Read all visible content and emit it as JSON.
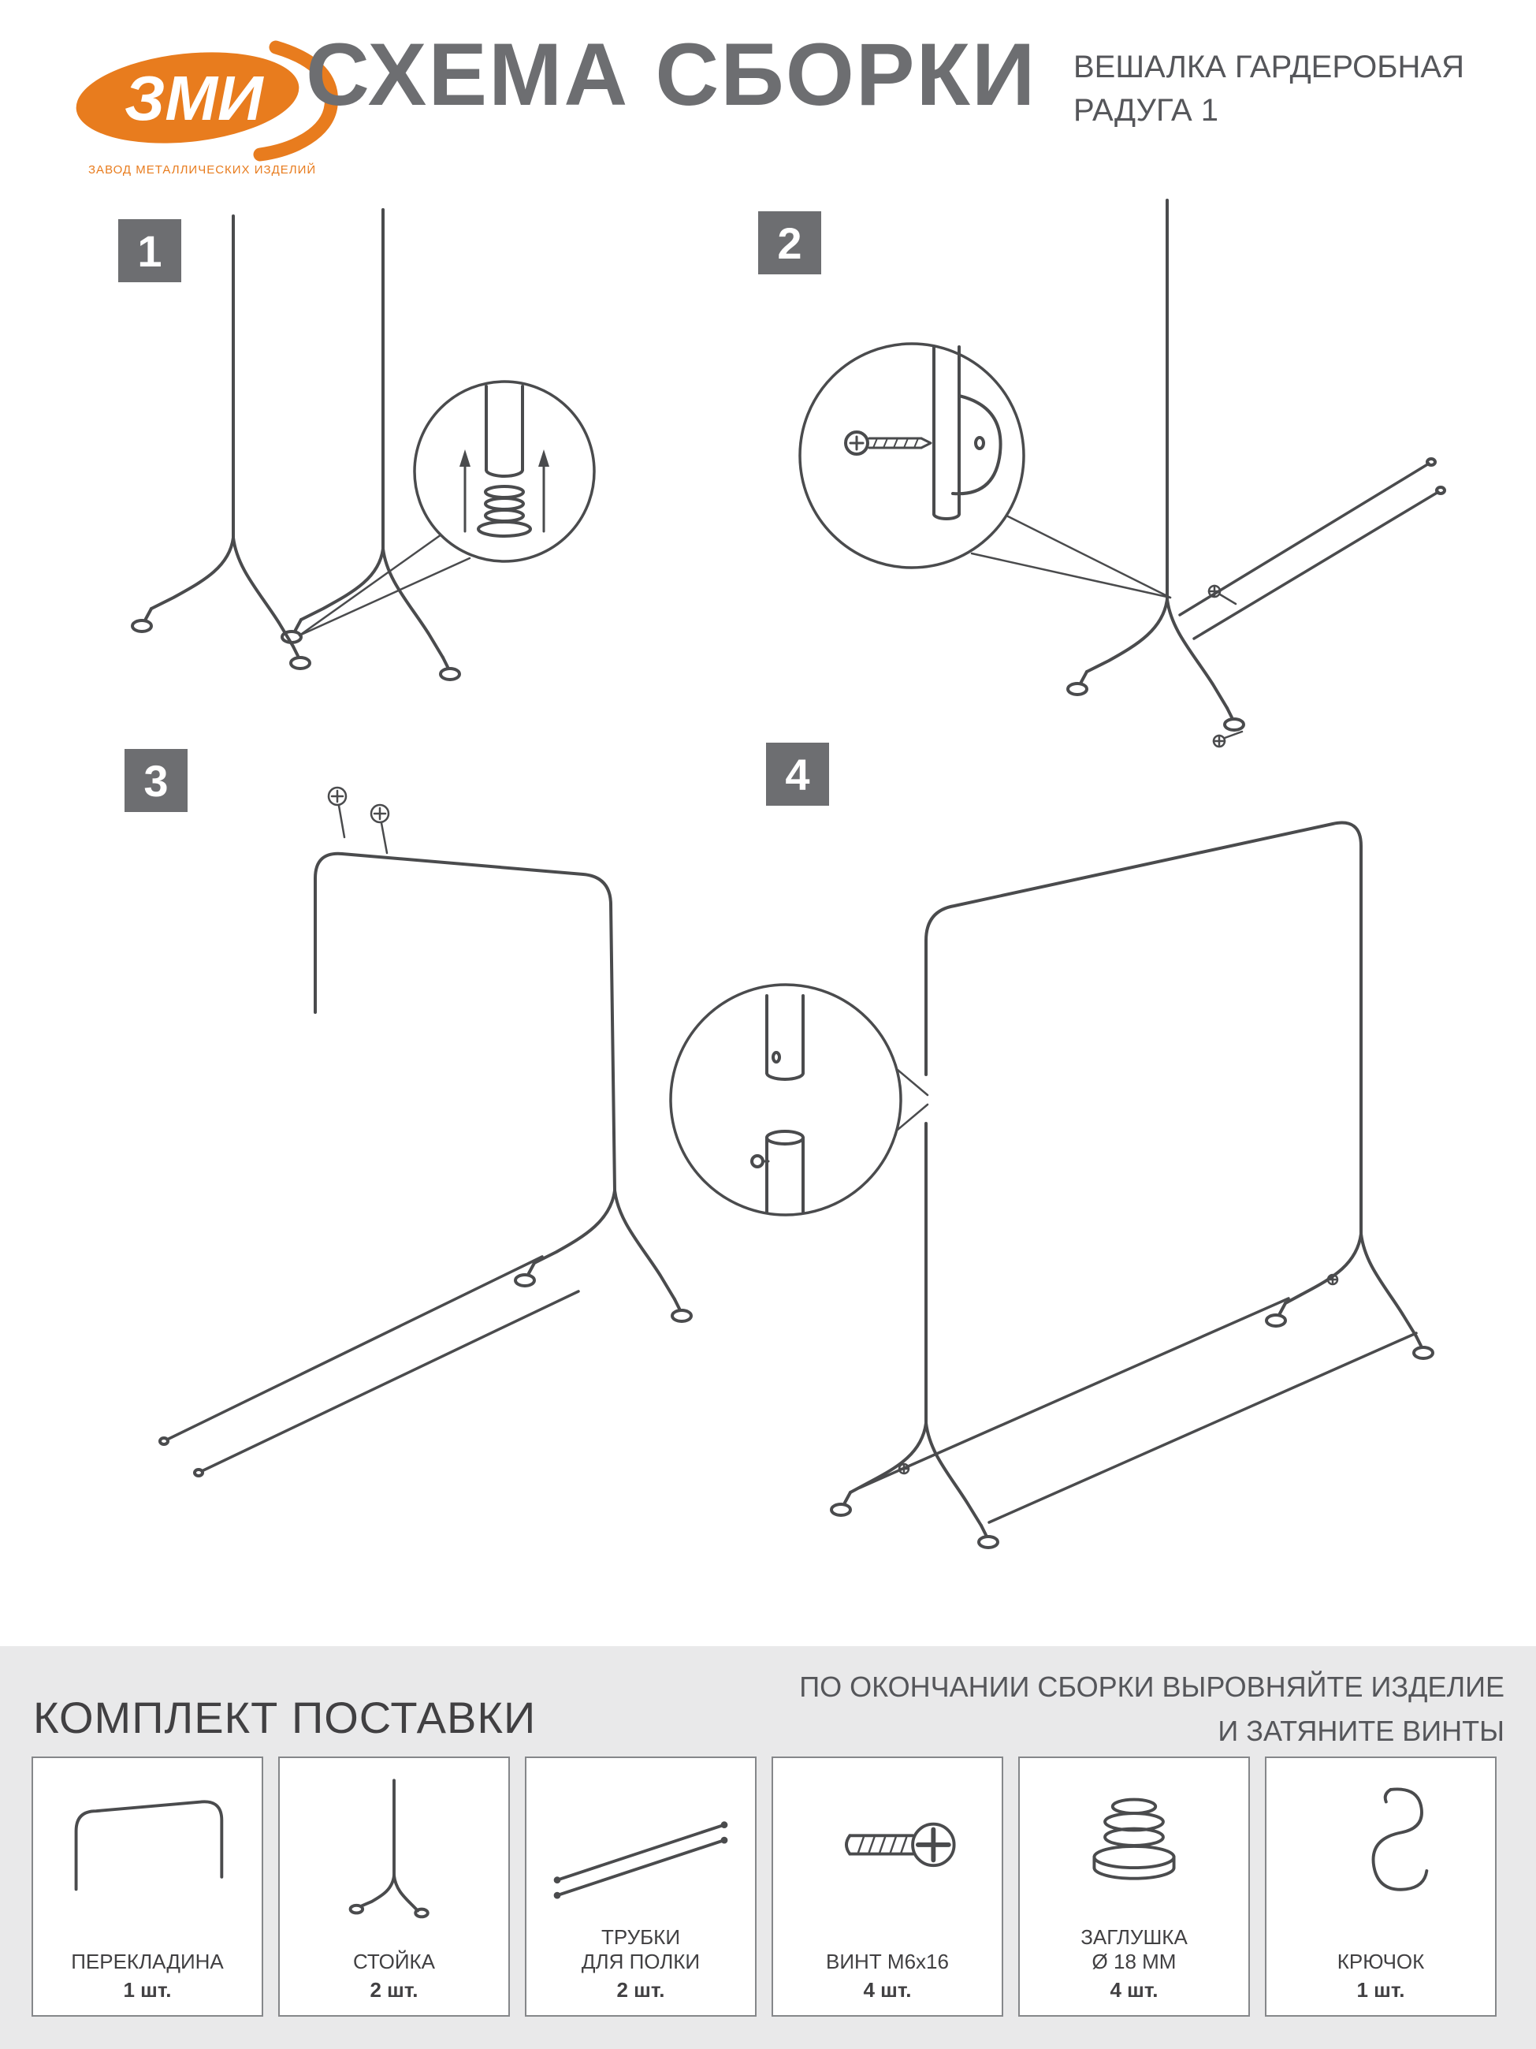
{
  "header": {
    "brand": "ЗМИ",
    "tagline": "ЗАВОД МЕТАЛЛИЧЕСКИХ ИЗДЕЛИЙ",
    "title": "СХЕМА СБОРКИ",
    "subtitle_line1": "ВЕШАЛКА ГАРДЕРОБНАЯ",
    "subtitle_line2": "РАДУГА 1"
  },
  "steps": [
    {
      "number": "1"
    },
    {
      "number": "2"
    },
    {
      "number": "3"
    },
    {
      "number": "4"
    }
  ],
  "footer": {
    "kit_title": "КОМПЛЕКТ ПОСТАВКИ",
    "note_line1": "ПО ОКОНЧАНИИ СБОРКИ ВЫРОВНЯЙТЕ ИЗДЕЛИЕ",
    "note_line2": "И ЗАТЯНИТЕ ВИНТЫ",
    "parts": [
      {
        "name": "ПЕРЕКЛАДИНА",
        "qty": "1 шт."
      },
      {
        "name": "СТОЙКА",
        "qty": "2 шт."
      },
      {
        "name": "ТРУБКИ\nДЛЯ ПОЛКИ",
        "qty": "2 шт."
      },
      {
        "name": "ВИНТ М6х16",
        "qty": "4 шт."
      },
      {
        "name": "ЗАГЛУШКА\nØ 18 ММ",
        "qty": "4 шт."
      },
      {
        "name": "КРЮЧОК",
        "qty": "1 шт."
      }
    ]
  },
  "colors": {
    "accent": "#E87C1E",
    "heading_gray": "#6D6E71",
    "line": "#4A4B4D",
    "footer_bg": "#E9E9EA"
  }
}
